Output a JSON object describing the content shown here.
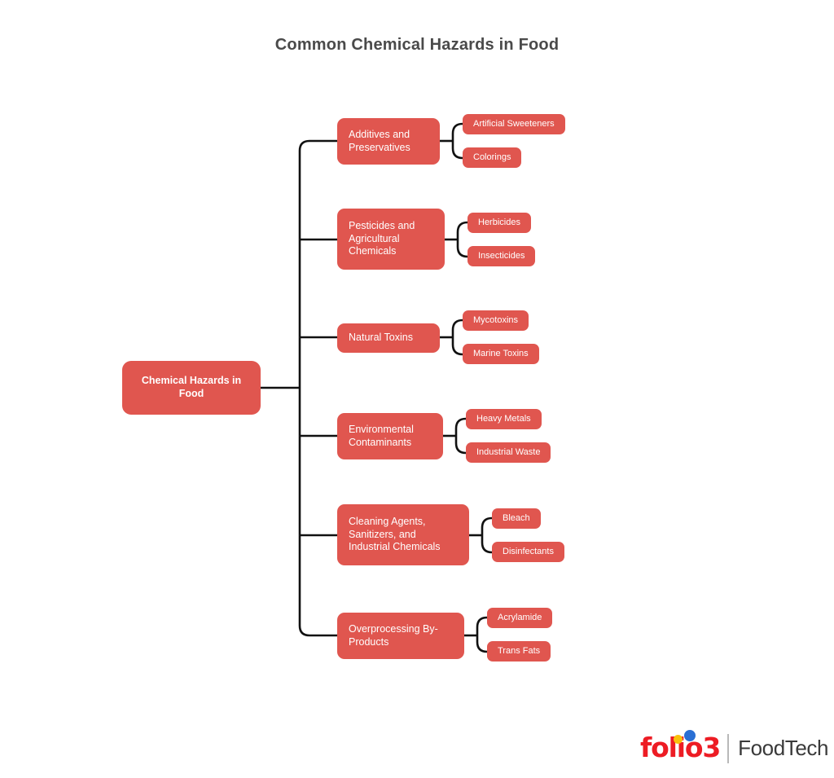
{
  "page": {
    "title": "Common Chemical Hazards in Food",
    "background_color": "#ffffff",
    "title_color": "#4a4a4a"
  },
  "theme": {
    "node_color": "#e0564f",
    "node_text_color": "#ffffff",
    "connector_color": "#111111",
    "logo_red": "#ed1c24",
    "logo_yellow": "#f9c00c",
    "logo_blue": "#2a6fd4",
    "logo_suffix_color": "#3a3a3a"
  },
  "diagram": {
    "type": "mind-map",
    "root": {
      "label": "Chemical Hazards in Food"
    },
    "branches": [
      {
        "label": "Additives and Preservatives",
        "children": [
          {
            "label": "Artificial Sweeteners"
          },
          {
            "label": "Colorings"
          }
        ]
      },
      {
        "label": "Pesticides and Agricultural Chemicals",
        "children": [
          {
            "label": "Herbicides"
          },
          {
            "label": "Insecticides"
          }
        ]
      },
      {
        "label": "Natural Toxins",
        "children": [
          {
            "label": "Mycotoxins"
          },
          {
            "label": "Marine Toxins"
          }
        ]
      },
      {
        "label": "Environmental Contaminants",
        "children": [
          {
            "label": "Heavy Metals"
          },
          {
            "label": "Industrial Waste"
          }
        ]
      },
      {
        "label": "Cleaning Agents, Sanitizers, and Industrial Chemicals",
        "children": [
          {
            "label": "Bleach"
          },
          {
            "label": "Disinfectants"
          }
        ]
      },
      {
        "label": "Overprocessing By-Products",
        "children": [
          {
            "label": "Acrylamide"
          },
          {
            "label": "Trans Fats"
          }
        ]
      }
    ]
  },
  "logo": {
    "word": "folio3",
    "suffix": "FoodTech"
  }
}
